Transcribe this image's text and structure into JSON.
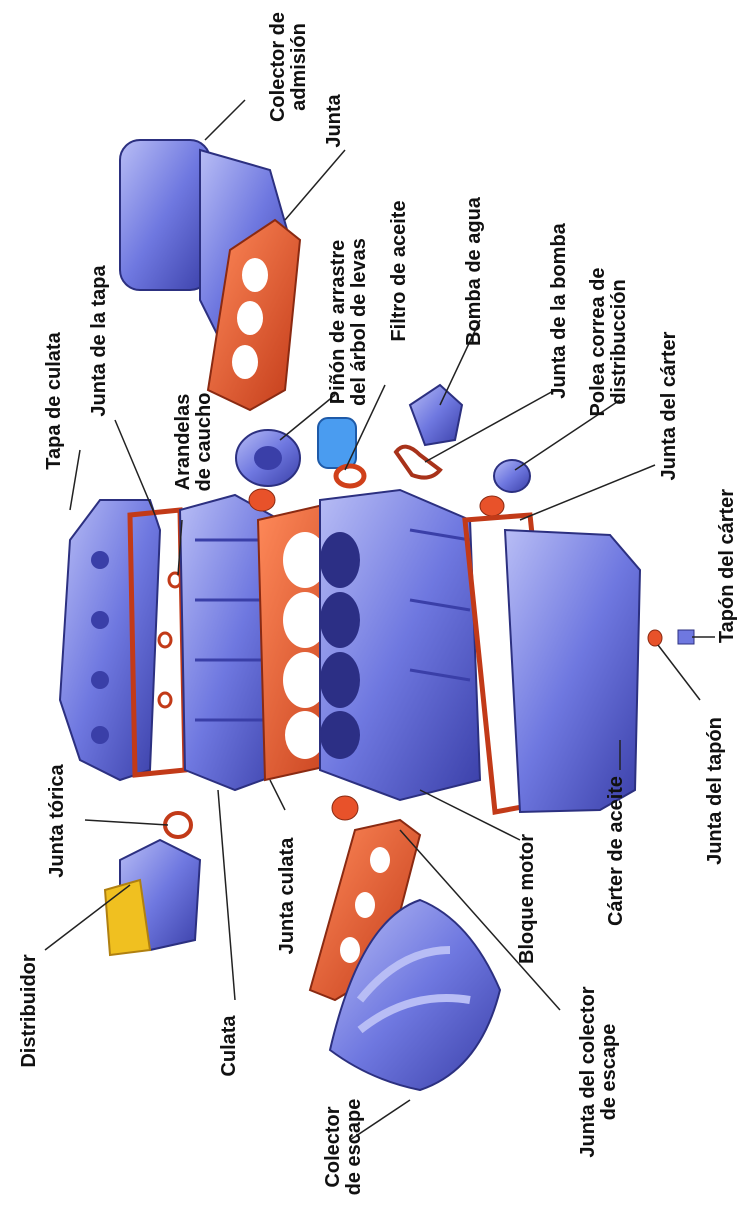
{
  "labels": {
    "colector_admision": "Colector de\nadmisión",
    "junta_admision": "Junta",
    "pinon": "Piñón de arrastre\ndel árbol de levas",
    "filtro": "Filtro de aceite",
    "bomba": "Bomba de agua",
    "junta_bomba": "Junta de la bomba",
    "polea": "Polea correa de\ndistribucción",
    "junta_carter": "Junta del cárter",
    "tapon_carter": "Tapón del cárter",
    "junta_tapon": "Junta del tapón",
    "carter_aceite": "Cárter de aceite",
    "bloque_motor": "Bloque motor",
    "junta_colector_escape": "Junta del colector\nde escape",
    "colector_escape": "Colector\nde escape",
    "culata": "Culata",
    "junta_culata": "Junta culata",
    "distribuidor": "Distribuidor",
    "junta_torica": "Junta tórica",
    "tapa_culata": "Tapa de culata",
    "junta_tapa": "Junta de la tapa",
    "arandelas": "Arandelas\nde caucho"
  },
  "colors": {
    "part_blue": "#6f78e0",
    "part_blue_dark": "#3a3fa8",
    "gasket_red": "#e8522a",
    "gasket_dark": "#a8321a",
    "leader": "#222222"
  }
}
